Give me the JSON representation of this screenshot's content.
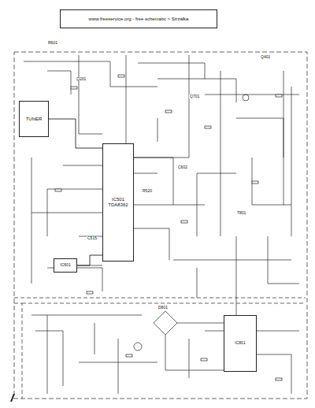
{
  "diagram": {
    "nodes": [
      {
        "text": [
          "www.freeservice.org - free schematic > Strzalka"
        ]
      },
      {
        "text": [
          "TUNER"
        ]
      },
      {
        "text": [
          "IC501",
          "TDA8362"
        ]
      },
      {
        "text": [
          "IC601"
        ]
      },
      {
        "text": [
          "IC801"
        ]
      }
    ],
    "edges": [
      {
        "from": 1,
        "to": 2,
        "arrow": "none"
      },
      {
        "from": 2,
        "to": 3,
        "arrow": "none"
      }
    ],
    "labels": [
      "Q201",
      "R601",
      "C602",
      "T801",
      "D801",
      "Q401",
      "C515",
      "R520",
      "Q701"
    ]
  }
}
